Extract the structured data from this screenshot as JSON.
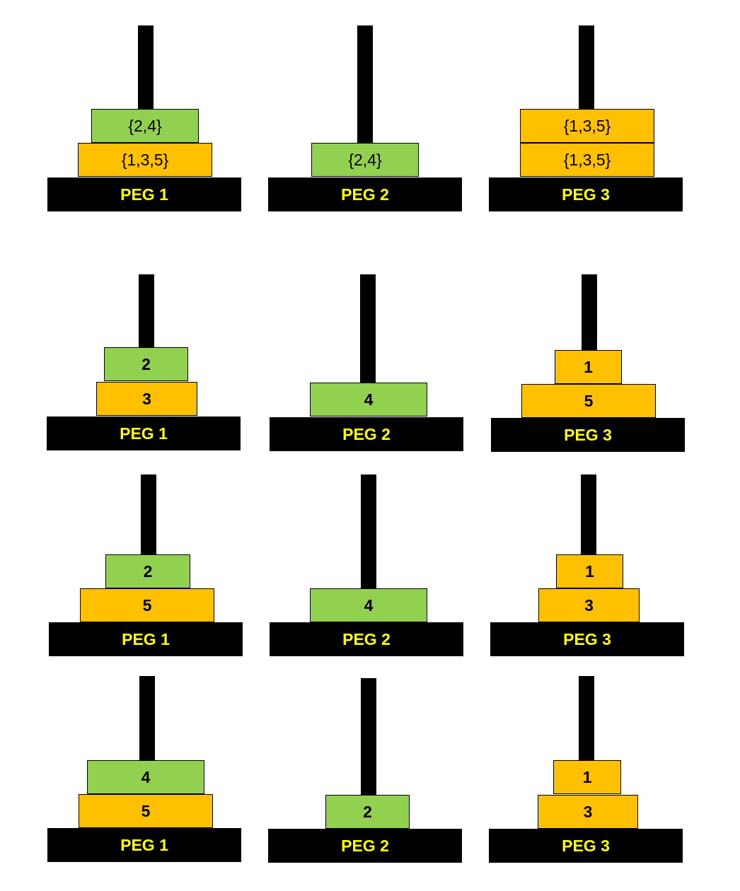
{
  "colors": {
    "peg": "#000000",
    "label": "#FFFF00",
    "orange_disk": "#FFC000",
    "green_disk": "#92D050"
  },
  "rows": [
    {
      "pegs": [
        {
          "label": "PEG 1",
          "disks": [
            {
              "text": "{1,3,5}",
              "color": "orange"
            },
            {
              "text": "{2,4}",
              "color": "green"
            }
          ]
        },
        {
          "label": "PEG 2",
          "disks": [
            {
              "text": "{2,4}",
              "color": "green"
            }
          ]
        },
        {
          "label": "PEG 3",
          "disks": [
            {
              "text": "{1,3,5}",
              "color": "orange"
            },
            {
              "text": "{1,3,5}",
              "color": "orange"
            }
          ]
        }
      ]
    },
    {
      "pegs": [
        {
          "label": "PEG 1",
          "disks": [
            {
              "text": "3",
              "color": "orange"
            },
            {
              "text": "2",
              "color": "green"
            }
          ]
        },
        {
          "label": "PEG 2",
          "disks": [
            {
              "text": "4",
              "color": "green"
            }
          ]
        },
        {
          "label": "PEG 3",
          "disks": [
            {
              "text": "5",
              "color": "orange"
            },
            {
              "text": "1",
              "color": "orange"
            }
          ]
        }
      ]
    },
    {
      "pegs": [
        {
          "label": "PEG 1",
          "disks": [
            {
              "text": "5",
              "color": "orange"
            },
            {
              "text": "2",
              "color": "green"
            }
          ]
        },
        {
          "label": "PEG 2",
          "disks": [
            {
              "text": "4",
              "color": "green"
            }
          ]
        },
        {
          "label": "PEG 3",
          "disks": [
            {
              "text": "3",
              "color": "orange"
            },
            {
              "text": "1",
              "color": "orange"
            }
          ]
        }
      ]
    },
    {
      "pegs": [
        {
          "label": "PEG 1",
          "disks": [
            {
              "text": "5",
              "color": "orange"
            },
            {
              "text": "4",
              "color": "green"
            }
          ]
        },
        {
          "label": "PEG 2",
          "disks": [
            {
              "text": "2",
              "color": "green"
            }
          ]
        },
        {
          "label": "PEG 3",
          "disks": [
            {
              "text": "3",
              "color": "orange"
            },
            {
              "text": "1",
              "color": "orange"
            }
          ]
        }
      ]
    }
  ]
}
